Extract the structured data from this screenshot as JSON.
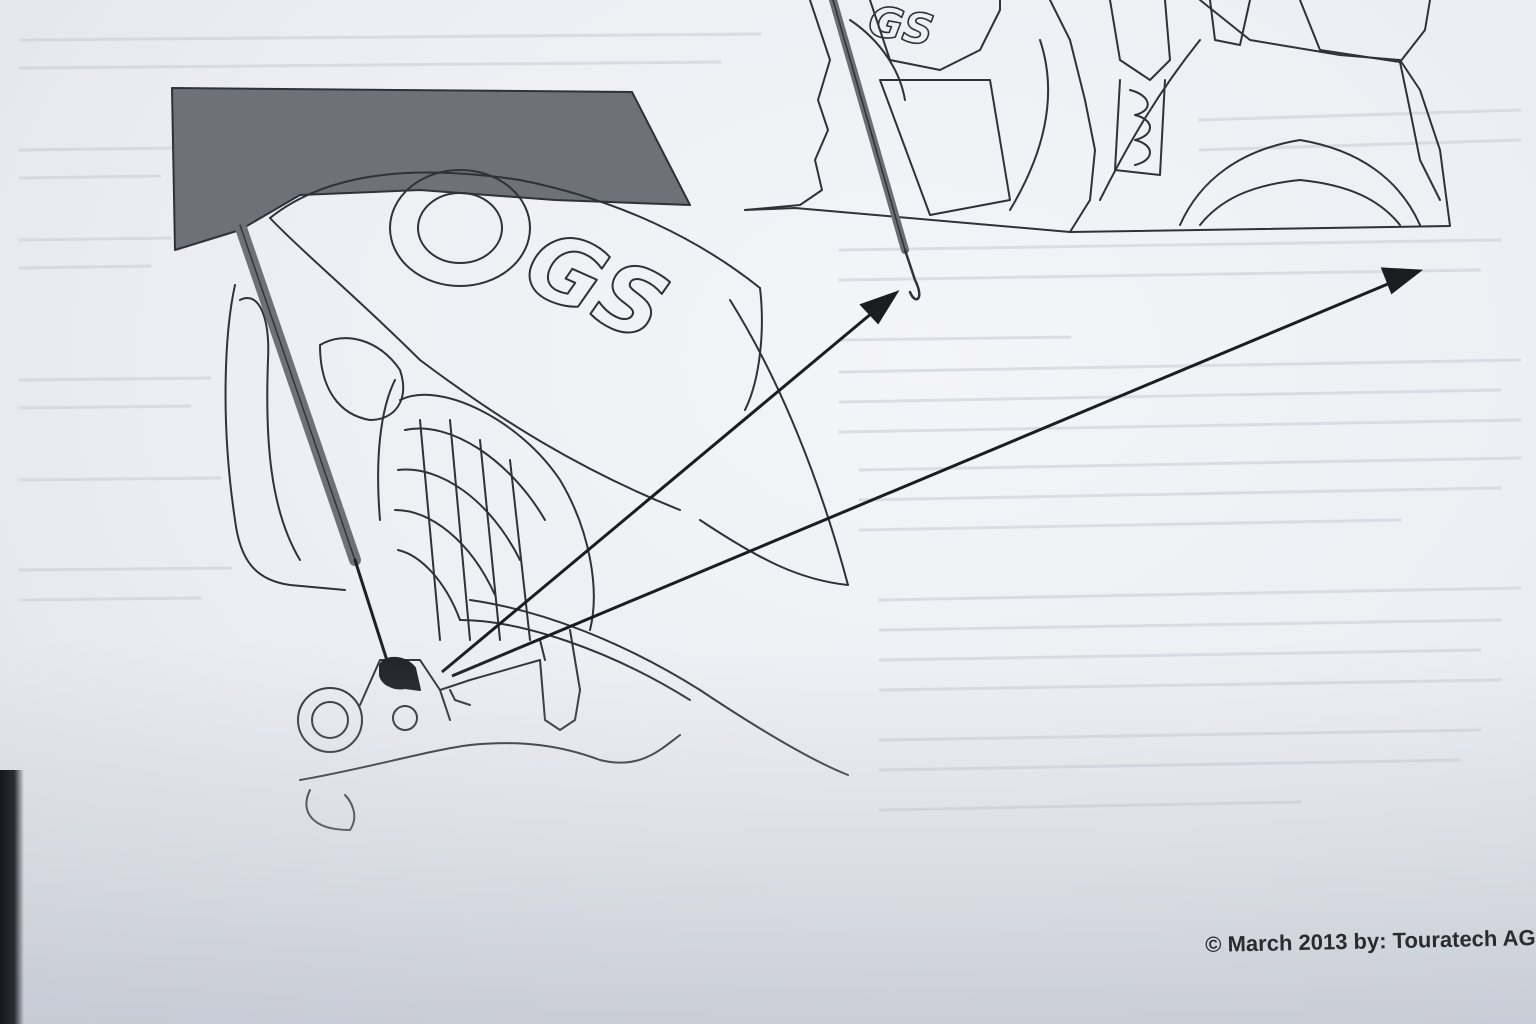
{
  "illustration": {
    "top_logo": "GS",
    "main_logo": "GS"
  },
  "footer": {
    "copyright": "© March 2013 by: Touratech AG"
  },
  "colors": {
    "paper": "#eceef3",
    "ink": "#2a2c31",
    "dark_panel": "#6b6e74"
  }
}
